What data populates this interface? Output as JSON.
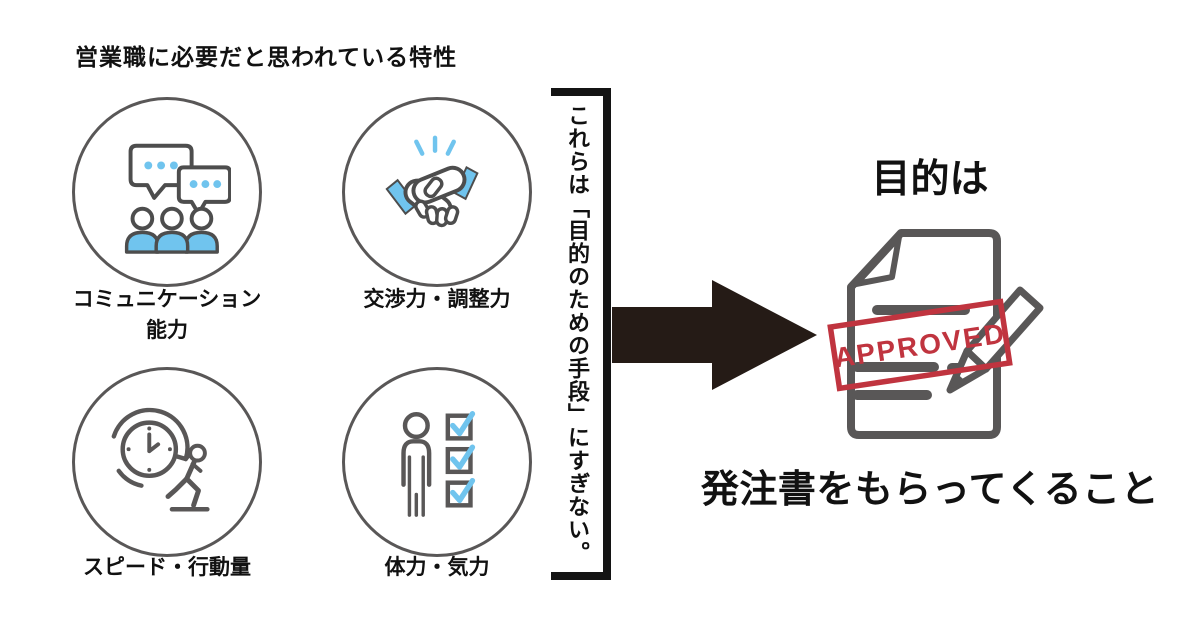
{
  "header": {
    "title": "営業職に必要だと思われている特性"
  },
  "traits": [
    {
      "line1": "コミュニケーション",
      "line2": "能力",
      "icon": "people-speech-bubbles-icon"
    },
    {
      "line1": "交渉力・調整力",
      "line2": "",
      "icon": "handshake-icon"
    },
    {
      "line1": "スピード・行動量",
      "line2": "",
      "icon": "clock-runner-icon"
    },
    {
      "line1": "体力・気力",
      "line2": "",
      "icon": "person-checklist-icon"
    }
  ],
  "bridge": {
    "note": "これらは「目的のための手段」にすぎない。"
  },
  "arrow": {
    "icon": "right-arrow"
  },
  "purpose": {
    "heading": "目的は",
    "statement": "発注書をもらってくること",
    "stamp": "APPROVED",
    "icon": "approved-document-pencil-icon"
  },
  "colors": {
    "accent_blue": "#70c4ee",
    "icon_gray": "#595757",
    "stamp_red": "#c0343f",
    "arrow_black": "#251b16",
    "bracket_black": "#141414",
    "text_black": "#111111"
  }
}
